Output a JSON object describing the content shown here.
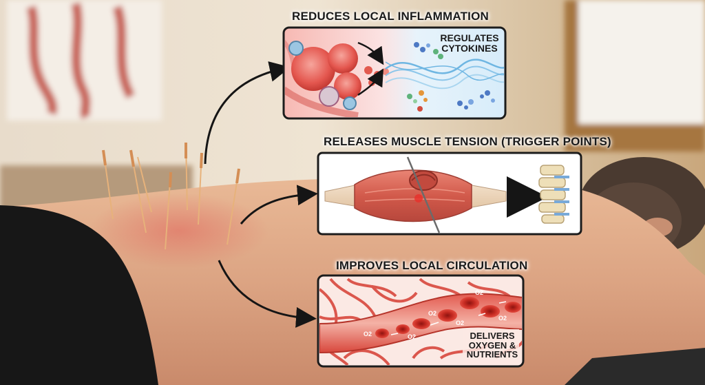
{
  "panels": [
    {
      "heading": "REDUCES LOCAL INFLAMMATION",
      "callout": [
        "REGULATES",
        "CYTOKINES"
      ]
    },
    {
      "heading": "RELEASES MUSCLE TENSION (TRIGGER POINTS)"
    },
    {
      "heading": "IMPROVES LOCAL CIRCULATION",
      "callout": [
        "DELIVERS",
        "OXYGEN &",
        "NUTRIENTS"
      ],
      "cell_labels": [
        "O2",
        "O2",
        "O2",
        "O2",
        "O2",
        "O2"
      ]
    }
  ],
  "icons": [
    "acupuncture-needle-icon",
    "curved-arrow-icon",
    "red-blood-cell-icon",
    "muscle-knot-icon",
    "spine-icon"
  ],
  "colors": {
    "panel_border": "#1c1c1c",
    "muscle": "#d9695a",
    "blood": "#c62b22",
    "cytokine_wave": "#6fb6e2",
    "arrow": "#151515"
  }
}
